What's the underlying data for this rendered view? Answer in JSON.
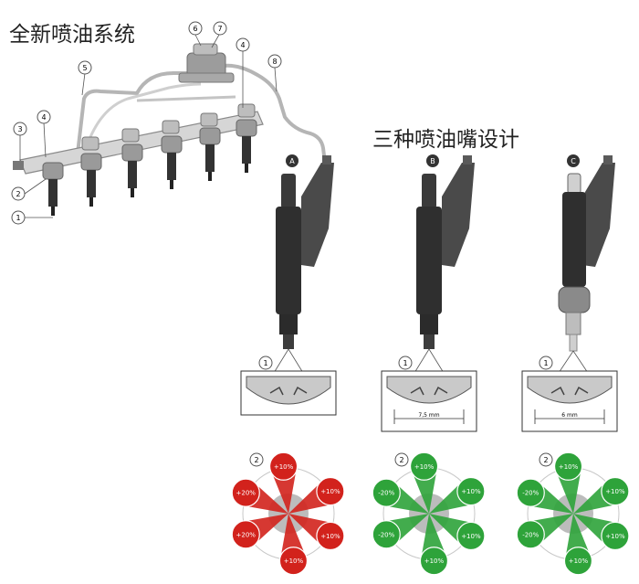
{
  "titles": {
    "system": "全新喷油系统",
    "nozzle_designs": "三种喷油嘴设计"
  },
  "system_callouts": [
    "1",
    "2",
    "3",
    "4",
    "5",
    "6",
    "7",
    "8",
    "4"
  ],
  "variants": [
    {
      "letter": "A",
      "detail_no": "1",
      "dimension": "",
      "spray_no": "2",
      "spray_labels": [
        "+10%",
        "+10%",
        "+20%",
        "+20%",
        "+10%",
        "+10%"
      ]
    },
    {
      "letter": "B",
      "detail_no": "1",
      "dimension": "7,5 mm",
      "spray_no": "2",
      "spray_labels": [
        "+10%",
        "+10%",
        "-20%",
        "-20%",
        "+10%",
        "+10%"
      ]
    },
    {
      "letter": "C",
      "detail_no": "1",
      "dimension": "6 mm",
      "spray_no": "2",
      "spray_labels": [
        "+10%",
        "+10%",
        "-20%",
        "-20%",
        "+10%",
        "+10%"
      ]
    }
  ],
  "colors": {
    "red": "#d2221c",
    "green": "#2ea33a",
    "body": "#2f2f2f",
    "gray": "#9a9a9a"
  }
}
